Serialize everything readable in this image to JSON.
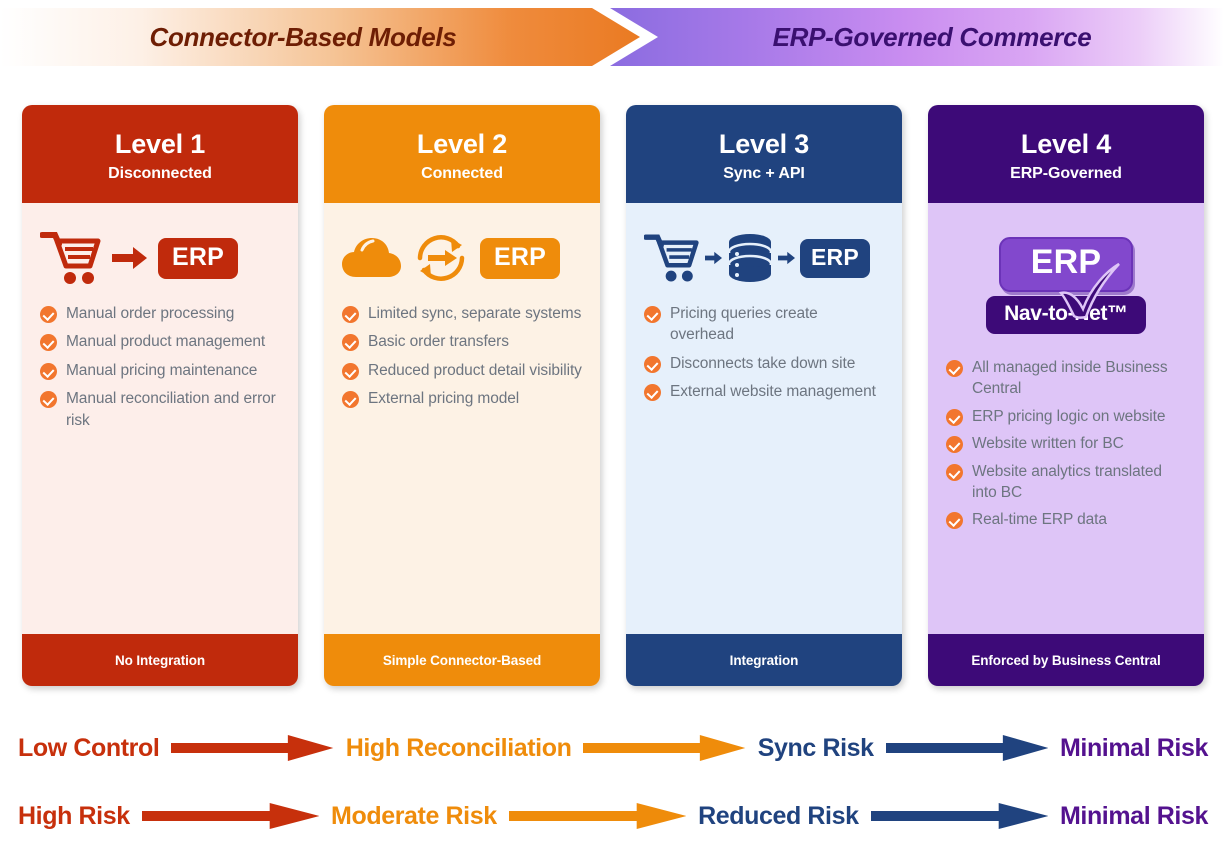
{
  "banner": {
    "left_label": "Connector-Based Models",
    "right_label": "ERP-Governed Commerce",
    "left_gradient_start": "#ffffff",
    "left_gradient_end": "#ea7a22",
    "right_gradient_start": "#8b6ce0",
    "right_gradient_end": "#ffffff",
    "left_text_color": "#6e1e04",
    "right_text_color": "#3a1070"
  },
  "colors": {
    "level1": "#c02a0c",
    "level1_body": "#fdeeea",
    "level2": "#ef8c0b",
    "level2_body": "#fdf2e5",
    "level3": "#20437f",
    "level3_body": "#e6f0fb",
    "level4": "#3d0a78",
    "level4_body": "#dec5f7",
    "check_orange": "#f2762e",
    "bullet_text": "#6d7580"
  },
  "cards": [
    {
      "title": "Level 1",
      "subtitle": "Disconnected",
      "erp_label": "ERP",
      "icons": [
        "shopping-cart-icon",
        "arrow-right-icon",
        "erp-badge"
      ],
      "bullets": [
        "Manual order processing",
        "Manual product management",
        "Manual pricing maintenance",
        "Manual reconciliation and error risk"
      ],
      "footer": "No Integration"
    },
    {
      "title": "Level 2",
      "subtitle": "Connected",
      "erp_label": "ERP",
      "icons": [
        "cloud-icon",
        "sync-arrows-icon",
        "erp-badge"
      ],
      "bullets": [
        "Limited sync, separate systems",
        "Basic order transfers",
        "Reduced product detail visibility",
        "External pricing model"
      ],
      "footer": "Simple Connector-Based"
    },
    {
      "title": "Level 3",
      "subtitle": "Sync + API",
      "erp_label": "ERP",
      "icons": [
        "shopping-cart-icon",
        "arrow-right-icon",
        "database-icon",
        "arrow-right-icon",
        "erp-badge"
      ],
      "bullets": [
        "Pricing queries create overhead",
        "Disconnects take down site",
        "External website management"
      ],
      "footer": "Integration"
    },
    {
      "title": "Level 4",
      "subtitle": "ERP-Governed",
      "erp_label": "ERP",
      "product_badge": "Nav-to-Net™",
      "icons": [
        "erp-badge",
        "checkmark-icon",
        "nav-to-net-badge"
      ],
      "bullets": [
        "All managed inside Business Central",
        "ERP pricing logic on website",
        "Website written for BC",
        "Website analytics translated into BC",
        "Real-time ERP data"
      ],
      "footer": "Enforced by Business Central"
    }
  ],
  "progression": [
    {
      "steps": [
        {
          "label": "Low Control",
          "color": "#c7300c"
        },
        {
          "label": "High Reconciliation",
          "color": "#ef8c0b"
        },
        {
          "label": "Sync Risk",
          "color": "#20437f"
        },
        {
          "label": "Minimal Risk",
          "color": "#54128f"
        }
      ],
      "arrow_colors": [
        "#c7300c",
        "#ef8c0b",
        "#20437f"
      ]
    },
    {
      "steps": [
        {
          "label": "High Risk",
          "color": "#c7300c"
        },
        {
          "label": "Moderate Risk",
          "color": "#ef8c0b"
        },
        {
          "label": "Reduced Risk",
          "color": "#20437f"
        },
        {
          "label": "Minimal Risk",
          "color": "#54128f"
        }
      ],
      "arrow_colors": [
        "#c7300c",
        "#ef8c0b",
        "#20437f"
      ]
    }
  ]
}
